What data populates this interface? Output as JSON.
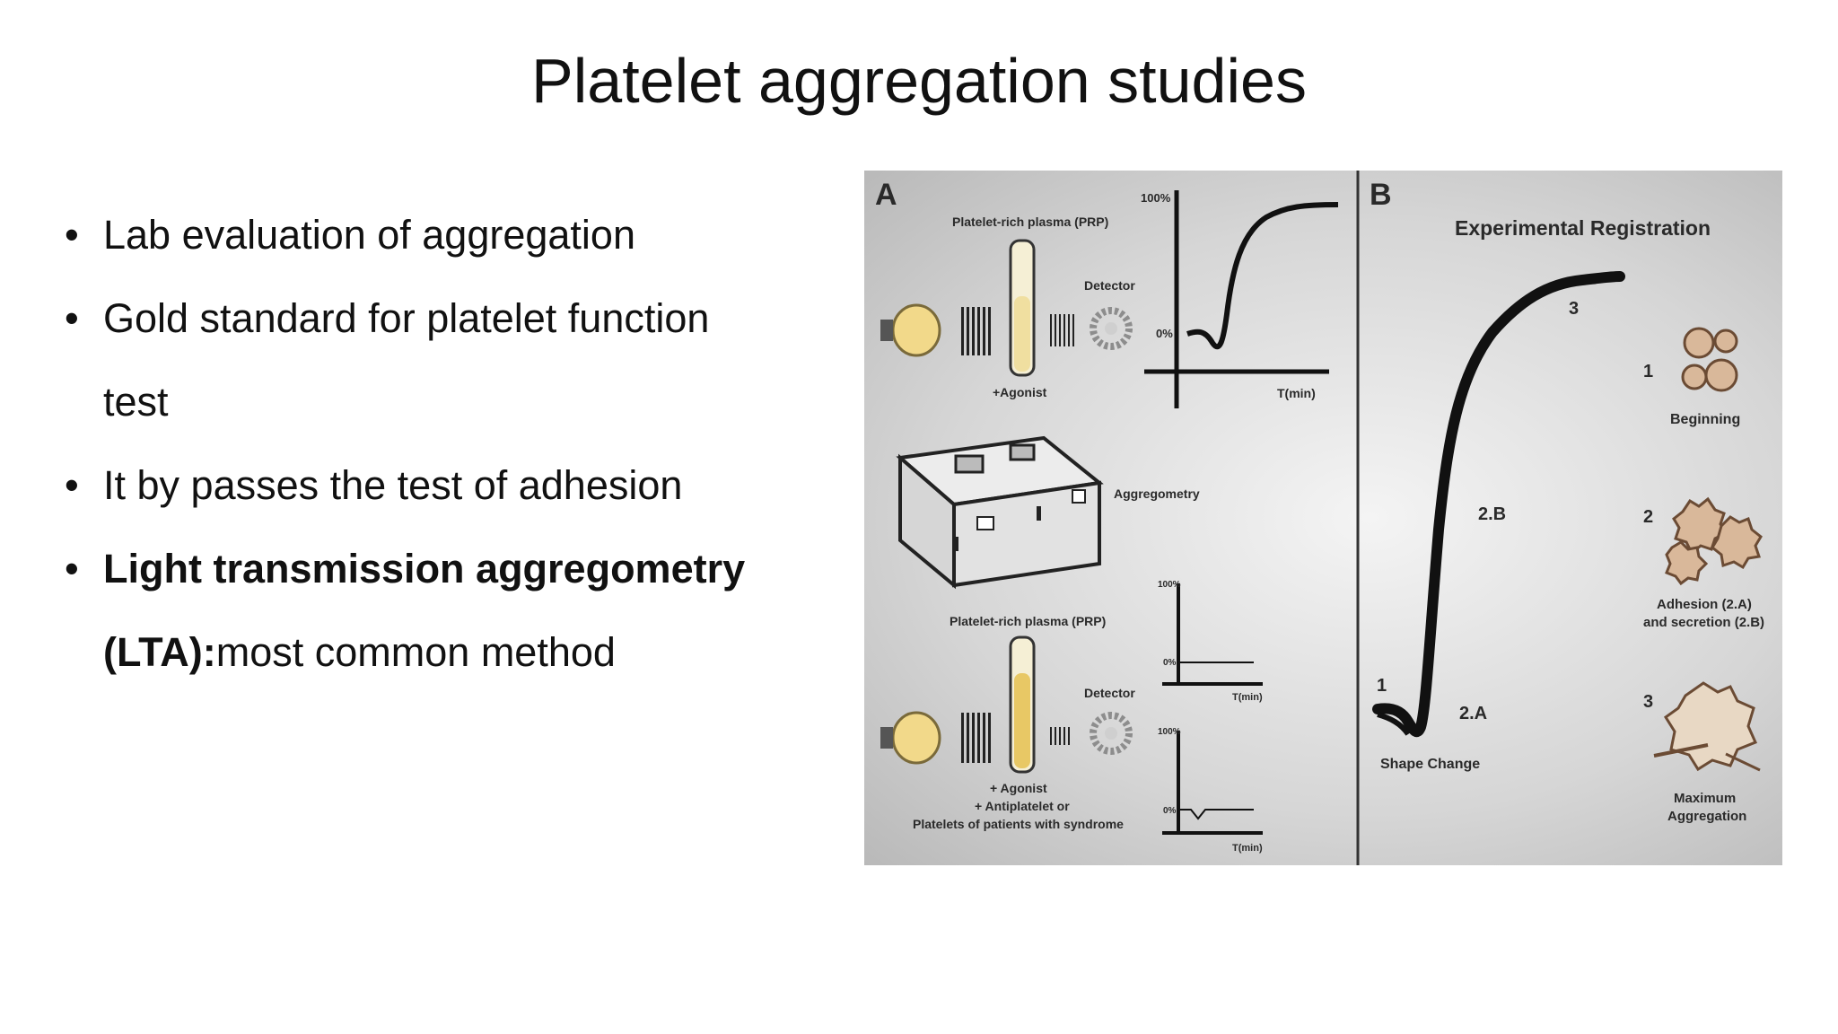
{
  "slide": {
    "title": "Platelet aggregation studies",
    "bullets": [
      {
        "text": "Lab evaluation of aggregation"
      },
      {
        "text": "Gold standard for platelet function"
      },
      {
        "text": "test",
        "continuation": true
      },
      {
        "text": "It by passes the test of adhesion"
      },
      {
        "bold": "Light transmission aggregometry"
      },
      {
        "bold": "(LTA):",
        "text": "most common method",
        "continuation": true
      }
    ]
  },
  "figure": {
    "panel_a": {
      "letter": "A",
      "prp_label_top": "Platelet-rich plasma (PRP)",
      "detector_top": "Detector",
      "agonist_top": "+Agonist",
      "y100_top": "100%",
      "y0_top": "0%",
      "xaxis_top": "T(min)",
      "device_label": "Aggregometry",
      "prp_label_bottom": "Platelet-rich plasma (PRP)",
      "detector_bottom": "Detector",
      "agonist_bottom_1": "+ Agonist",
      "agonist_bottom_2": "+ Antiplatelet or",
      "agonist_bottom_3": "Platelets of patients with syndrome",
      "small_y100_a": "100%",
      "small_y0_a": "0%",
      "small_x_a": "T(min)",
      "small_y100_b": "100%",
      "small_y0_b": "0%",
      "small_x_b": "T(min)"
    },
    "panel_b": {
      "letter": "B",
      "heading": "Experimental Registration",
      "curve_label_1": "1",
      "curve_label_2a": "2.A",
      "curve_label_2b": "2.B",
      "curve_label_3": "3",
      "shape_change": "Shape Change",
      "stage1_num": "1",
      "stage1_label": "Beginning",
      "stage2_num": "2",
      "stage2_label_1": "Adhesion (2.A)",
      "stage2_label_2": "and secretion (2.B)",
      "stage3_num": "3",
      "stage3_label_1": "Maximum",
      "stage3_label_2": "Aggregation"
    }
  }
}
